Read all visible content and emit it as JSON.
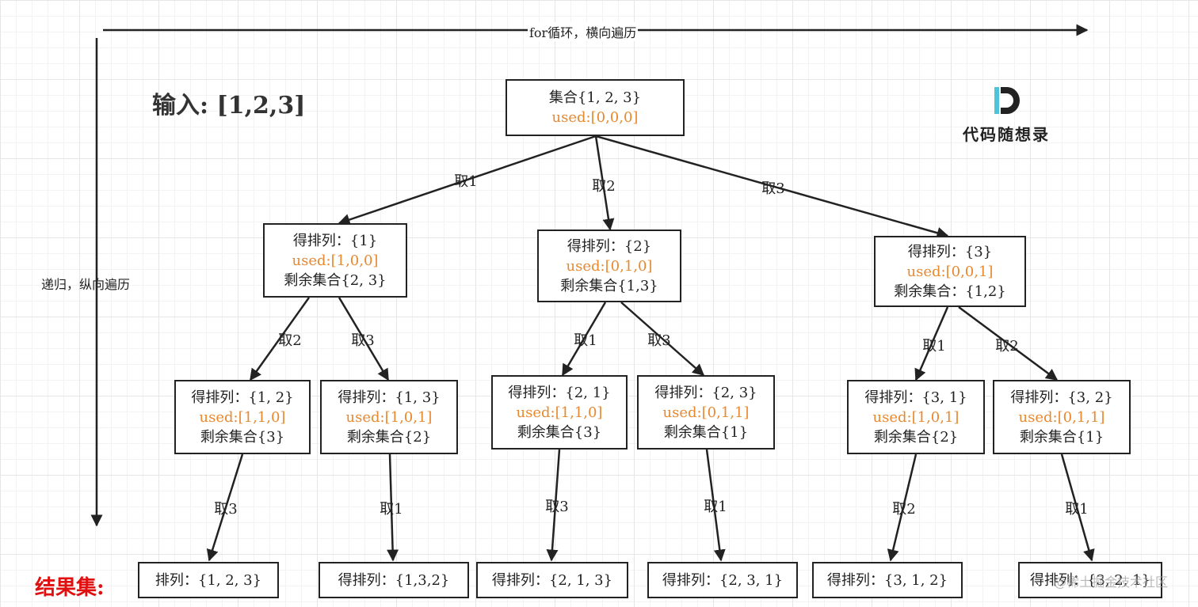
{
  "axes": {
    "horizontal_label": "for循环，横向遍历",
    "vertical_label": "递归，纵向遍历"
  },
  "input_label": "输入: [1,2,3]",
  "result_label": "结果集:",
  "logo": {
    "name": "代码随想录"
  },
  "watermark": "@稀土掘金技术社区",
  "colors": {
    "used": "#e8892f",
    "result": "#e01010",
    "line": "#222222"
  },
  "tree": {
    "root": {
      "l1": "集合{1, 2, 3}",
      "l2": "used:[0,0,0]"
    },
    "level1": [
      {
        "l1": "得排列：{1}",
        "l2": "used:[1,0,0]",
        "l3": "剩余集合{2, 3}"
      },
      {
        "l1": "得排列：{2}",
        "l2": "used:[0,1,0]",
        "l3": "剩余集合{1,3}"
      },
      {
        "l1": "得排列：{3}",
        "l2": "used:[0,0,1]",
        "l3": "剩余集合：{1,2}"
      }
    ],
    "level2": [
      {
        "l1": "得排列：{1, 2}",
        "l2": "used:[1,1,0]",
        "l3": "剩余集合{3}"
      },
      {
        "l1": "得排列：{1, 3}",
        "l2": "used:[1,0,1]",
        "l3": "剩余集合{2}"
      },
      {
        "l1": "得排列：{2, 1}",
        "l2": "used:[1,1,0]",
        "l3": "剩余集合{3}"
      },
      {
        "l1": "得排列：{2, 3}",
        "l2": "used:[0,1,1]",
        "l3": "剩余集合{1}"
      },
      {
        "l1": "得排列：{3, 1}",
        "l2": "used:[1,0,1]",
        "l3": "剩余集合{2}"
      },
      {
        "l1": "得排列：{3, 2}",
        "l2": "used:[0,1,1]",
        "l3": "剩余集合{1}"
      }
    ],
    "results": [
      "排列：{1, 2, 3}",
      "得排列：{1,3,2}",
      "得排列：{2, 1, 3}",
      "得排列：{2, 3, 1}",
      "得排列：{3, 1, 2}",
      "得排列：{3, 2, 1}"
    ],
    "edge_labels": {
      "root_to_l1": [
        "取1",
        "取2",
        "取3"
      ],
      "l1_to_l2": [
        "取2",
        "取3",
        "取1",
        "取3",
        "取1",
        "取2"
      ],
      "l2_to_result": [
        "取3",
        "取1",
        "取3",
        "取1",
        "取2",
        "取1"
      ]
    }
  }
}
